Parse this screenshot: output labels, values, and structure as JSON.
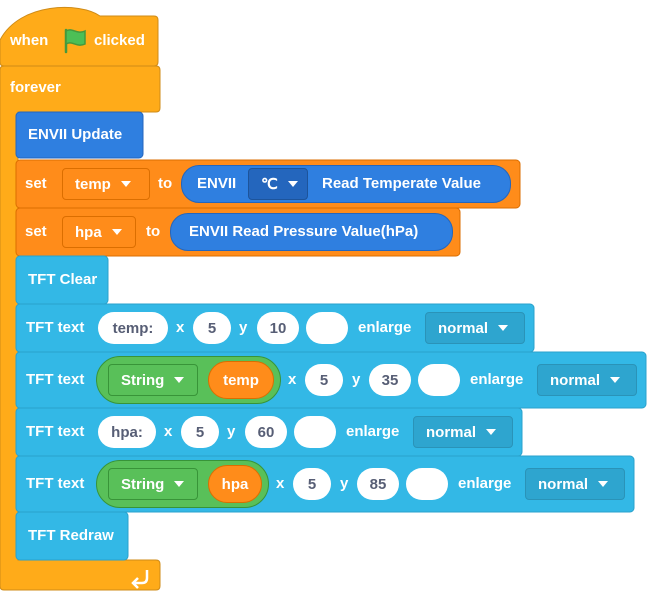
{
  "colors": {
    "control": "#ffab19",
    "control_border": "#cf8b17",
    "variables": "#ff8c1a",
    "variables_border": "#db6e00",
    "extension": "#33b8e6",
    "extension_border": "#2aa2cc",
    "envii": "#2f7fe0",
    "envii_border": "#2466bd",
    "string": "#59c059",
    "string_border": "#389438",
    "flag": "#4cbf56"
  },
  "icons": {
    "flag": "green-flag-icon",
    "repeat": "loop-arrow-icon",
    "dropdown": "caret-down-icon"
  },
  "hat": {
    "when": "when",
    "clicked": "clicked"
  },
  "forever": {
    "label": "forever"
  },
  "envii_update": {
    "label": "ENVII Update"
  },
  "set_temp": {
    "set": "set",
    "var": "temp",
    "to": "to",
    "reporter_label": "ENVII",
    "unit": "℃",
    "reporter_tail": "Read Temperate Value"
  },
  "set_hpa": {
    "set": "set",
    "var": "hpa",
    "to": "to",
    "reporter_label": "ENVII Read Pressure Value(hPa)"
  },
  "tft_clear": {
    "label": "TFT Clear"
  },
  "tft_text_1": {
    "label": "TFT text",
    "text": "temp:",
    "x_label": "x",
    "x": "5",
    "y_label": "y",
    "y": "10",
    "color": "",
    "enlarge_label": "enlarge",
    "enlarge": "normal"
  },
  "tft_text_2": {
    "label": "TFT text",
    "string_label": "String",
    "var": "temp",
    "x_label": "x",
    "x": "5",
    "y_label": "y",
    "y": "35",
    "color": "",
    "enlarge_label": "enlarge",
    "enlarge": "normal"
  },
  "tft_text_3": {
    "label": "TFT text",
    "text": "hpa:",
    "x_label": "x",
    "x": "5",
    "y_label": "y",
    "y": "60",
    "color": "",
    "enlarge_label": "enlarge",
    "enlarge": "normal"
  },
  "tft_text_4": {
    "label": "TFT text",
    "string_label": "String",
    "var": "hpa",
    "x_label": "x",
    "x": "5",
    "y_label": "y",
    "y": "85",
    "color": "",
    "enlarge_label": "enlarge",
    "enlarge": "normal"
  },
  "tft_redraw": {
    "label": "TFT Redraw"
  }
}
